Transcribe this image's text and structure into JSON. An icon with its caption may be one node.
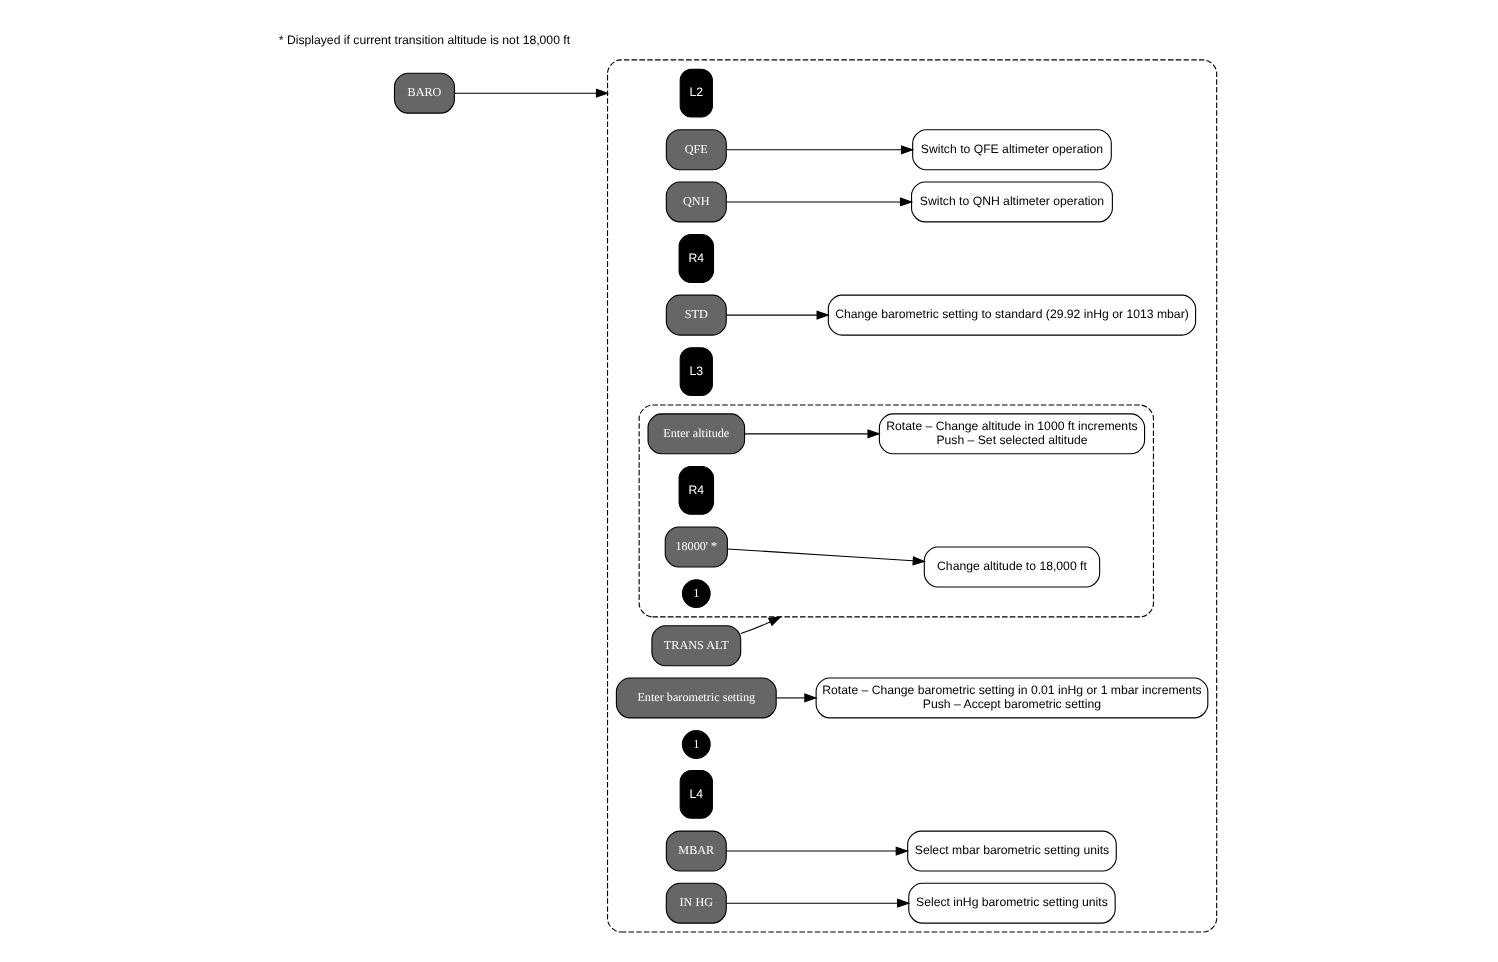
{
  "diagram": {
    "nodes": [
      {
        "text": [
          "BARO"
        ]
      },
      {
        "text": [],
        "shape": "box"
      },
      {
        "text": [
          "L2"
        ],
        "in": 1
      },
      {
        "text": [
          "QFE"
        ],
        "in": 1
      },
      {
        "text": [
          "Switch to QFE altimeter operation"
        ],
        "in": 1
      },
      {
        "text": [
          "QNH"
        ],
        "in": 1
      },
      {
        "text": [
          "Switch to QNH altimeter operation"
        ],
        "in": 1
      },
      {
        "text": [
          "R4"
        ],
        "in": 1
      },
      {
        "text": [
          "STD"
        ],
        "in": 1
      },
      {
        "text": [
          "Change barometric setting to standard (29.92 inHg or 1013 mbar)"
        ],
        "in": 1
      },
      {
        "text": [
          "L3"
        ],
        "in": 1
      },
      {
        "text": [
          "TRANS ALT"
        ],
        "in": 1
      },
      {
        "text": [
          "Enter barometric setting"
        ],
        "in": 1
      },
      {
        "text": [
          "1"
        ],
        "in": 1
      },
      {
        "text": [
          "L4"
        ],
        "in": 1
      },
      {
        "text": [
          "MBAR"
        ],
        "in": 1
      },
      {
        "text": [
          "Select mbar barometric setting units"
        ],
        "in": 1
      },
      {
        "text": [
          "IN HG"
        ],
        "in": 1
      },
      {
        "text": [
          "Select inHg barometric setting units"
        ],
        "in": 1
      },
      {
        "text": [
          "Rotate – Change barometric setting in 0.01 inHg or 1 mbar increments",
          "Push – Accept barometric setting"
        ],
        "in": 1
      },
      {
        "text": [],
        "shape": "box",
        "in": 1
      },
      {
        "text": [
          "Change altitude to 18,000 ft"
        ],
        "in": 20
      },
      {
        "text": [
          "18000' *"
        ],
        "in": 20
      },
      {
        "text": [
          "R4"
        ],
        "in": 20
      },
      {
        "text": [
          "Rotate – Change altitude in 1000 ft increments",
          "Push – Set selected altitude"
        ],
        "in": 20
      },
      {
        "text": [
          "Enter altitude"
        ],
        "in": 20
      },
      {
        "text": [
          "1"
        ],
        "in": 20
      }
    ],
    "edges": [
      {
        "from": 0,
        "to": 1,
        "arrow": "to"
      },
      {
        "from": 3,
        "to": 4,
        "arrow": "to"
      },
      {
        "from": 5,
        "to": 6,
        "arrow": "to"
      },
      {
        "from": 8,
        "to": 9,
        "arrow": "to"
      },
      {
        "from": 11,
        "to": 20,
        "arrow": "to"
      },
      {
        "from": 12,
        "to": 19,
        "arrow": "to"
      },
      {
        "from": 15,
        "to": 16,
        "arrow": "to"
      },
      {
        "from": 17,
        "to": 18,
        "arrow": "to"
      },
      {
        "from": 22,
        "to": 21,
        "arrow": "to"
      },
      {
        "from": 25,
        "to": 24,
        "arrow": "to"
      }
    ],
    "labels": [
      "* Displayed if current transition altitude is not 18,000 ft"
    ]
  }
}
